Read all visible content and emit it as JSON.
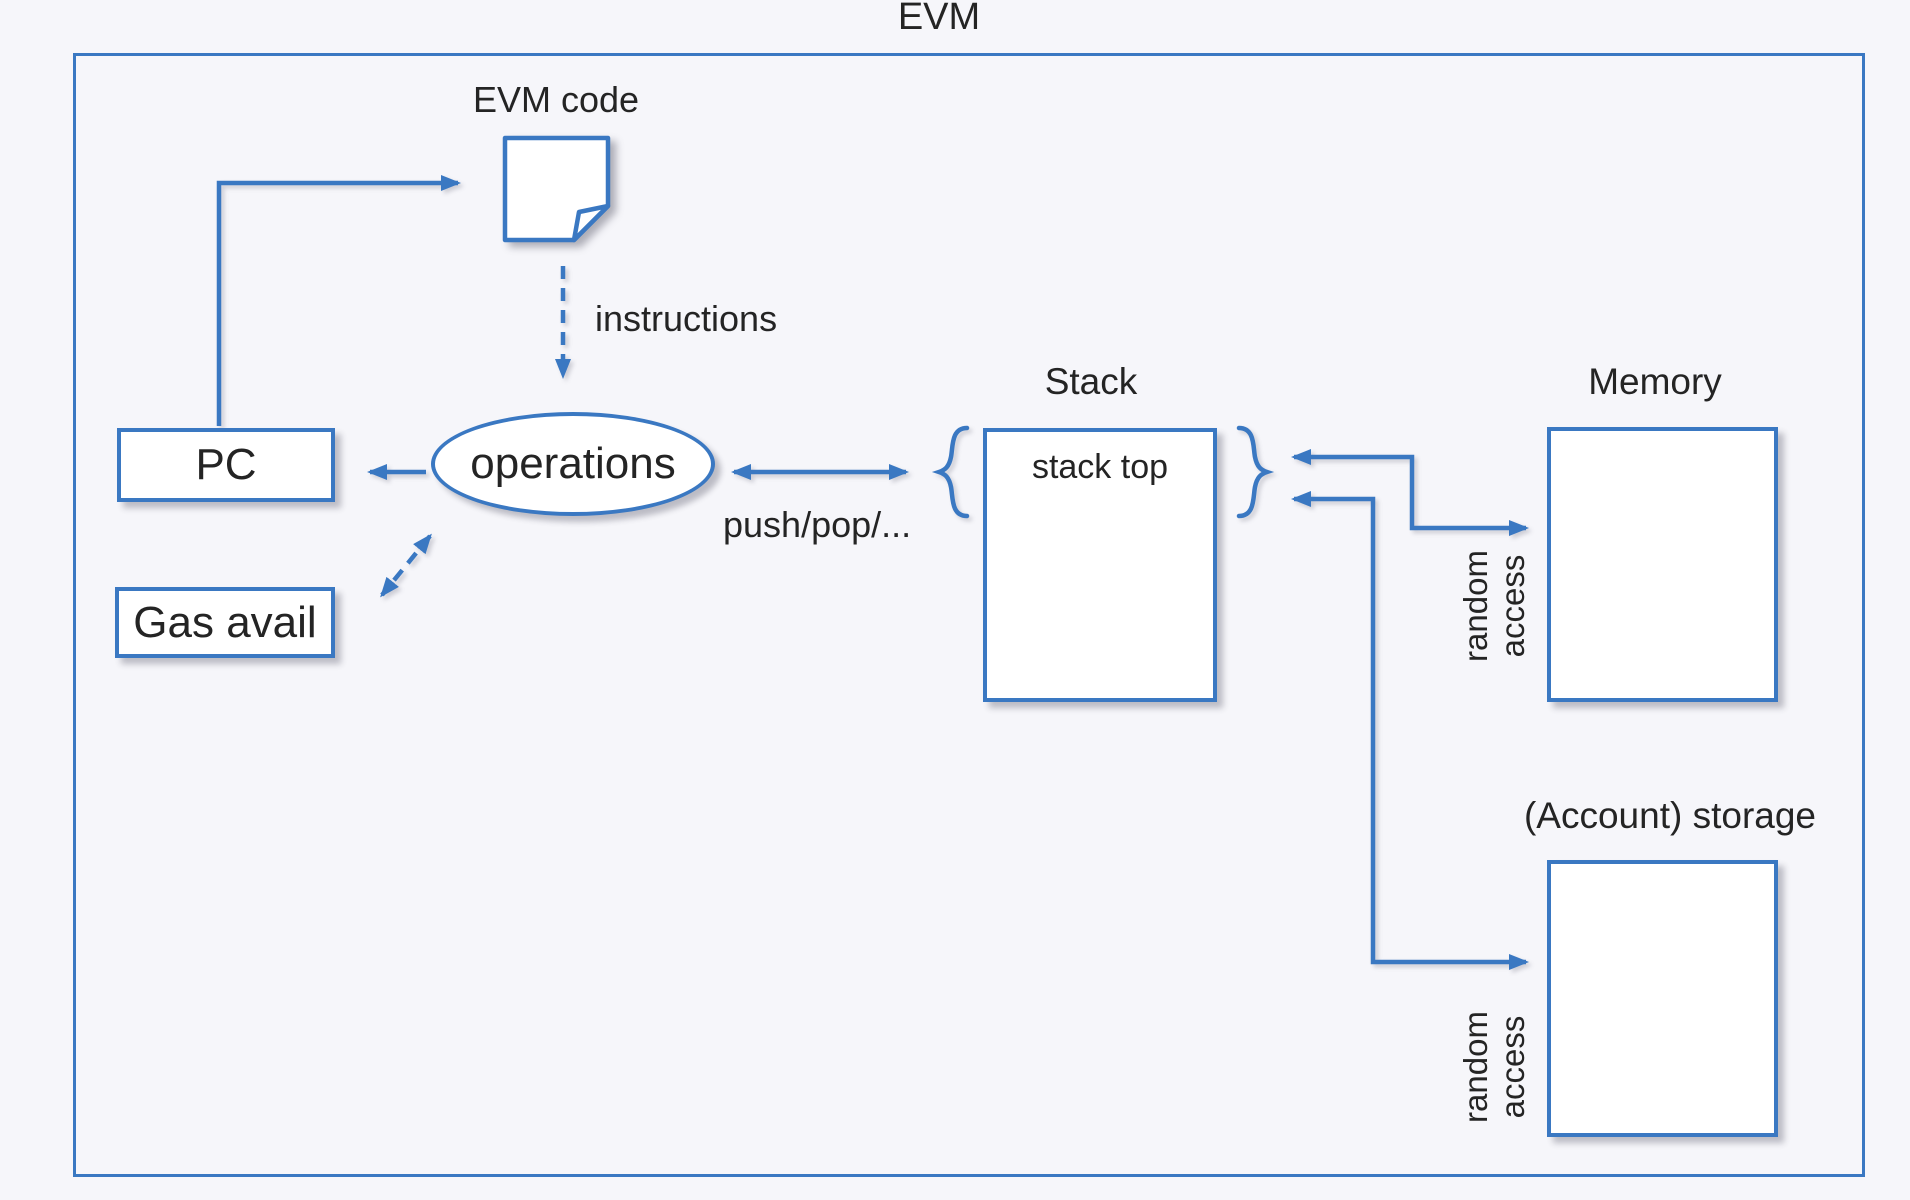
{
  "diagram_title": "EVM",
  "nodes": {
    "evm_code": {
      "label": "EVM code"
    },
    "pc": {
      "label": "PC"
    },
    "gas": {
      "label": "Gas avail"
    },
    "operations": {
      "label": "operations"
    },
    "stack": {
      "label": "Stack",
      "top": "stack top"
    },
    "memory": {
      "label": "Memory"
    },
    "storage": {
      "label": "(Account) storage"
    }
  },
  "edge_labels": {
    "instructions": "instructions",
    "push_pop": "push/pop/...",
    "memory_access": {
      "line1": "random",
      "line2": "access"
    },
    "storage_access": {
      "line1": "random",
      "line2": "access"
    }
  },
  "colors": {
    "accent": "#3a78c2",
    "text": "#242424",
    "background": "#f6f6fa",
    "node_fill": "#ffffff"
  }
}
